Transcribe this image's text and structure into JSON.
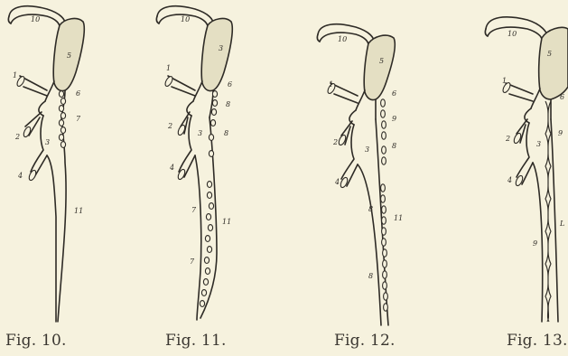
{
  "captions": [
    "Fig. 10.",
    "Fig. 11.",
    "Fig. 12.",
    "Fig. 13."
  ],
  "figures": [
    {
      "labels": [
        "10",
        "5",
        "1",
        "6",
        "7",
        "2",
        "3",
        "4",
        "11"
      ]
    },
    {
      "labels": [
        "10",
        "3",
        "1",
        "6",
        "8",
        "8",
        "2",
        "3",
        "4",
        "7",
        "11",
        "7"
      ]
    },
    {
      "labels": [
        "10",
        "5",
        "1",
        "6",
        "9",
        "2",
        "3",
        "8",
        "4",
        "8",
        "11",
        "8"
      ]
    },
    {
      "labels": [
        "10",
        "5",
        "1",
        "6",
        "9",
        "2",
        "3",
        "4",
        "L",
        "9"
      ]
    }
  ],
  "colors": {
    "paper": "#f6f2de",
    "shaded": "#e4dfc3",
    "ink": "#2e2b26"
  }
}
